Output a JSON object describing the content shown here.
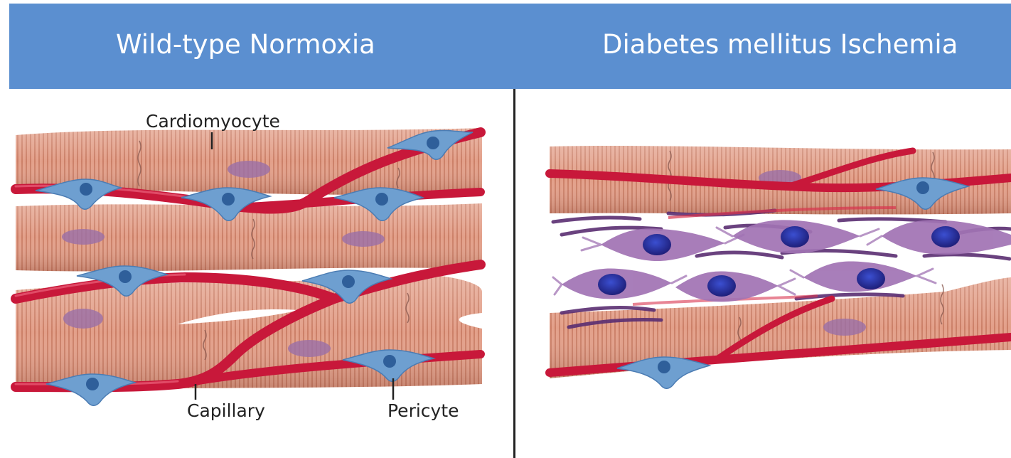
{
  "panels": {
    "left": {
      "title": "Wild-type Normoxia"
    },
    "right": {
      "title": "Diabetes mellitus Ischemia"
    }
  },
  "labels": {
    "cardiomyocyte": "Cardiomyocyte",
    "capillary": "Capillary",
    "pericyte": "Pericyte"
  },
  "colors": {
    "header": "#5b8fd0",
    "muscle": "#e3a08a",
    "capillary": "#c8183a",
    "pericyte": "#6e9fd0",
    "fibroblast": "#a173b4",
    "nucleus": "#2e2f9a"
  }
}
